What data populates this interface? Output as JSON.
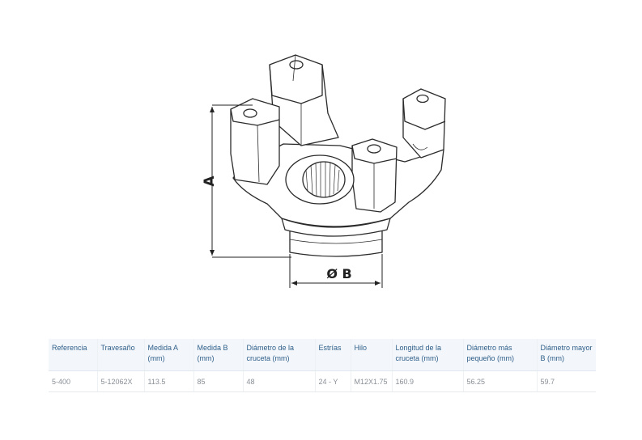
{
  "drawing": {
    "dimension_a_label": "A",
    "dimension_b_label": "Ø B"
  },
  "table": {
    "headers": [
      "Referencia",
      "Travesaño",
      "Medida A (mm)",
      "Medida B (mm)",
      "Diámetro de la cruceta (mm)",
      "Estrías",
      "Hilo",
      "Longitud de la cruceta (mm)",
      "Diámetro más pequeño (mm)",
      "Diámetro mayor B (mm)"
    ],
    "rows": [
      [
        "5-400",
        "5-12062X",
        "113.5",
        "85",
        "48",
        "24 - Y",
        "M12X1.75",
        "160.9",
        "56.25",
        "59.7"
      ]
    ]
  }
}
